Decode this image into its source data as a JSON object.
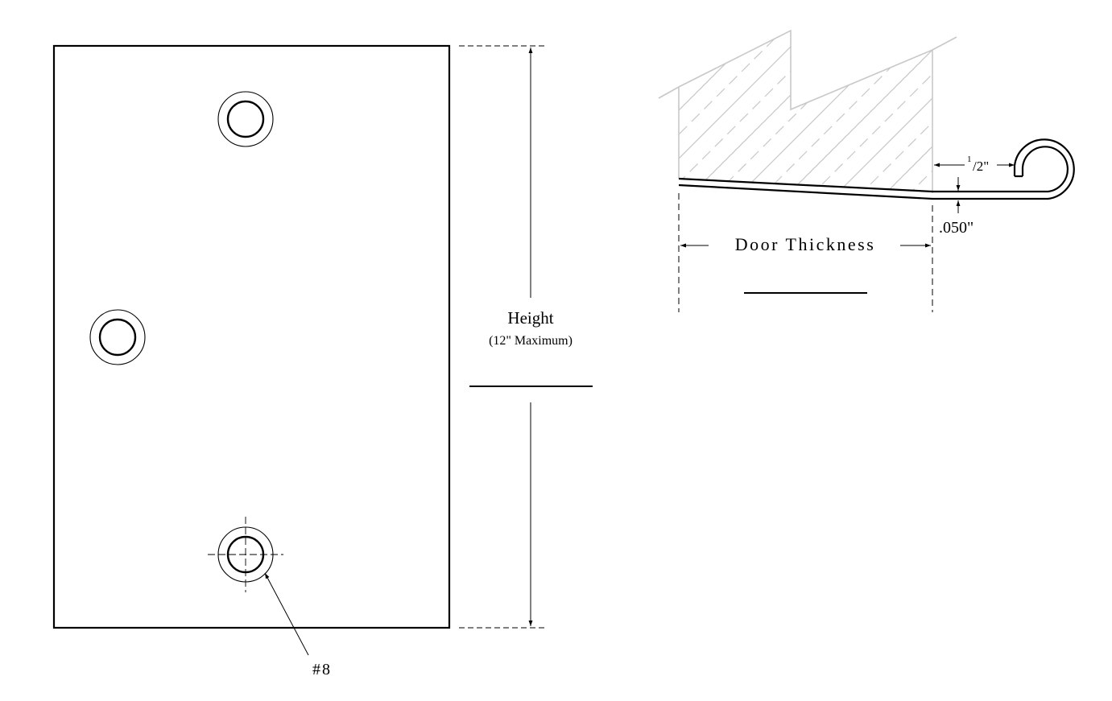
{
  "colors": {
    "ink": "#000000",
    "light_ink": "#888888",
    "hatch": "#c8c8c8",
    "background": "#ffffff"
  },
  "front_view": {
    "height_label": "Height",
    "height_note": "(12\" Maximum)",
    "screw_callout": "#8"
  },
  "edge_view": {
    "thickness_label": "Door Thickness",
    "offset_numerator": "1",
    "offset_denominator": "/2\"",
    "gauge_label": ".050\""
  }
}
